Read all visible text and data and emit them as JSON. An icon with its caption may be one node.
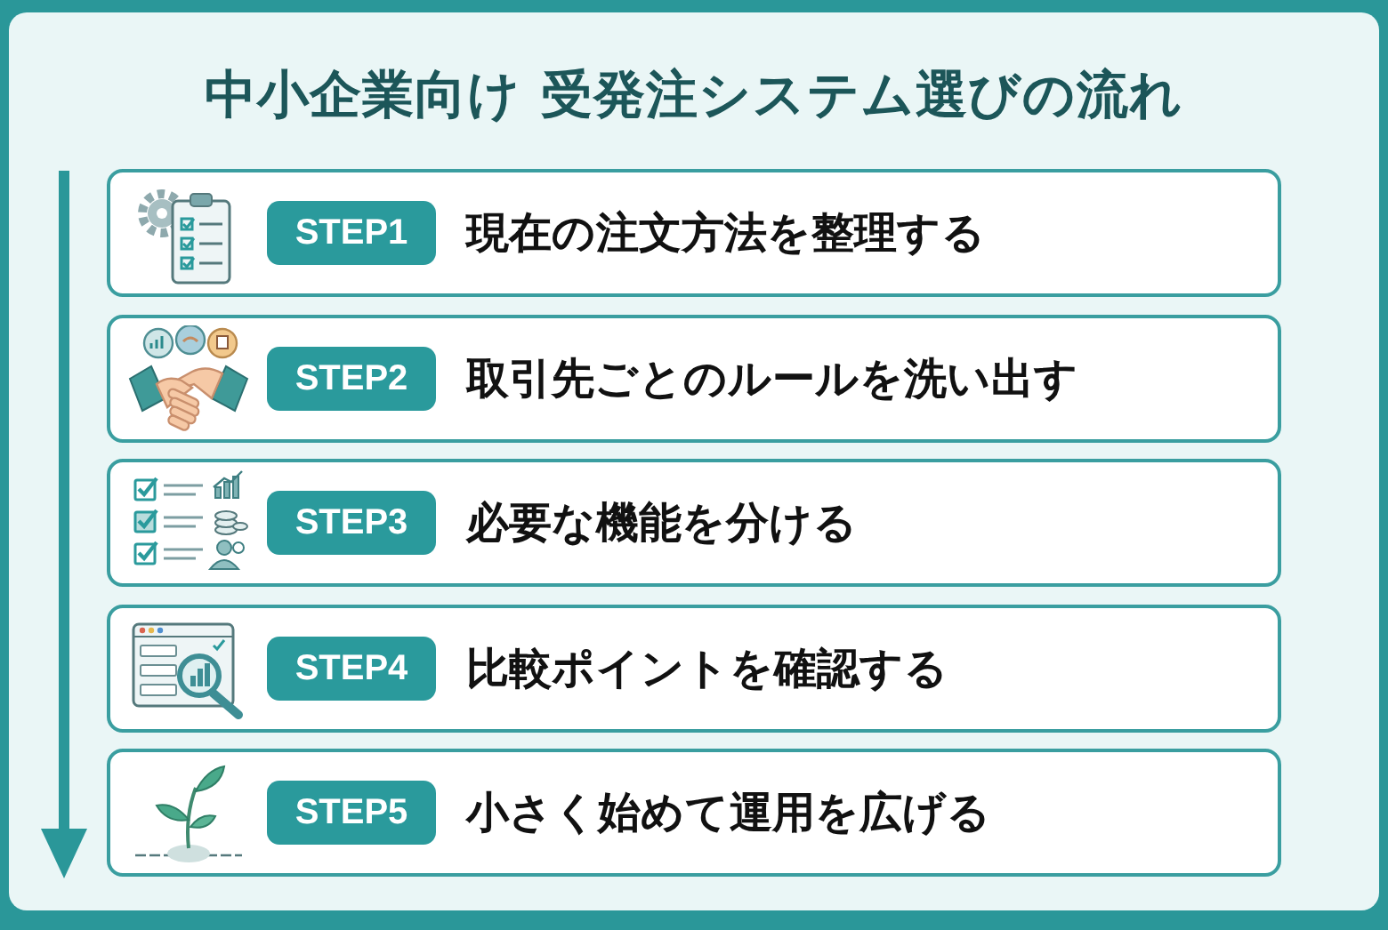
{
  "diagram": {
    "title": "中小企業向け 受発注システム選びの流れ",
    "nodes": [
      {
        "text": [
          "現在の注文方法を整理する"
        ]
      },
      {
        "text": [
          "STEP1"
        ],
        "in": 0
      },
      {
        "text": [
          "取引先ごとのルールを洗い出す"
        ]
      },
      {
        "text": [
          "STEP2"
        ],
        "in": 2
      },
      {
        "text": [
          "必要な機能を分ける"
        ]
      },
      {
        "text": [
          "STEP3"
        ],
        "in": 4
      },
      {
        "text": [
          "比較ポイントを確認する"
        ]
      },
      {
        "text": [
          "STEP4"
        ],
        "in": 6
      },
      {
        "text": [
          "小さく始めて運用を広げる"
        ]
      },
      {
        "text": [
          "STEP5"
        ],
        "in": 8
      }
    ]
  }
}
